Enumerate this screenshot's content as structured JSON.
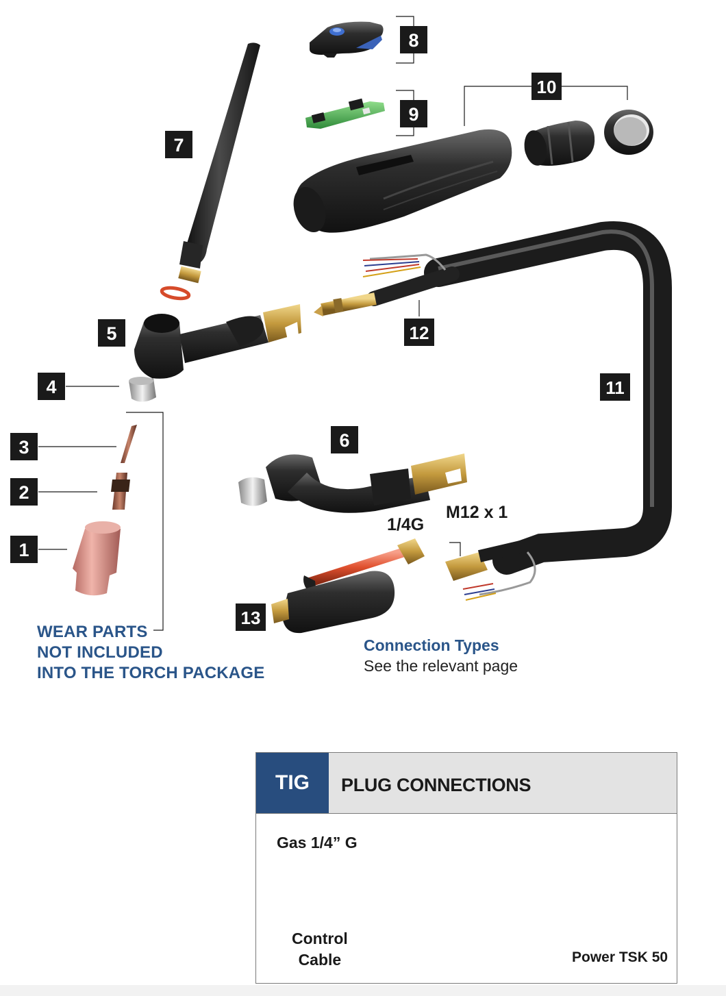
{
  "callouts": {
    "n1": "1",
    "n2": "2",
    "n3": "3",
    "n4": "4",
    "n5": "5",
    "n6": "6",
    "n7": "7",
    "n8": "8",
    "n9": "9",
    "n10": "10",
    "n11": "11",
    "n12": "12",
    "n13": "13"
  },
  "wear_note": {
    "line1": "WEAR PARTS",
    "line2": "NOT INCLUDED",
    "line3": "INTO THE TORCH PACKAGE"
  },
  "connection_types": {
    "title": "Connection Types",
    "subtitle": "See the relevant page"
  },
  "spec_labels": {
    "gas_fitting": "1/4G",
    "power_fitting": "M12 x 1"
  },
  "plug_box": {
    "tab": "TIG",
    "title": "PLUG CONNECTIONS",
    "gas_label": "Gas 1/4” G",
    "control_line1": "Control",
    "control_line2": "Cable",
    "plug_name": "Power TSK 50"
  },
  "colors": {
    "accent_blue": "#2a5589",
    "tab_blue": "#284d7e",
    "callout_box": "#1a1a1a",
    "part_black": "#2b2b2b",
    "brass": "#c9a04a",
    "ceramic": "#d08a82"
  }
}
